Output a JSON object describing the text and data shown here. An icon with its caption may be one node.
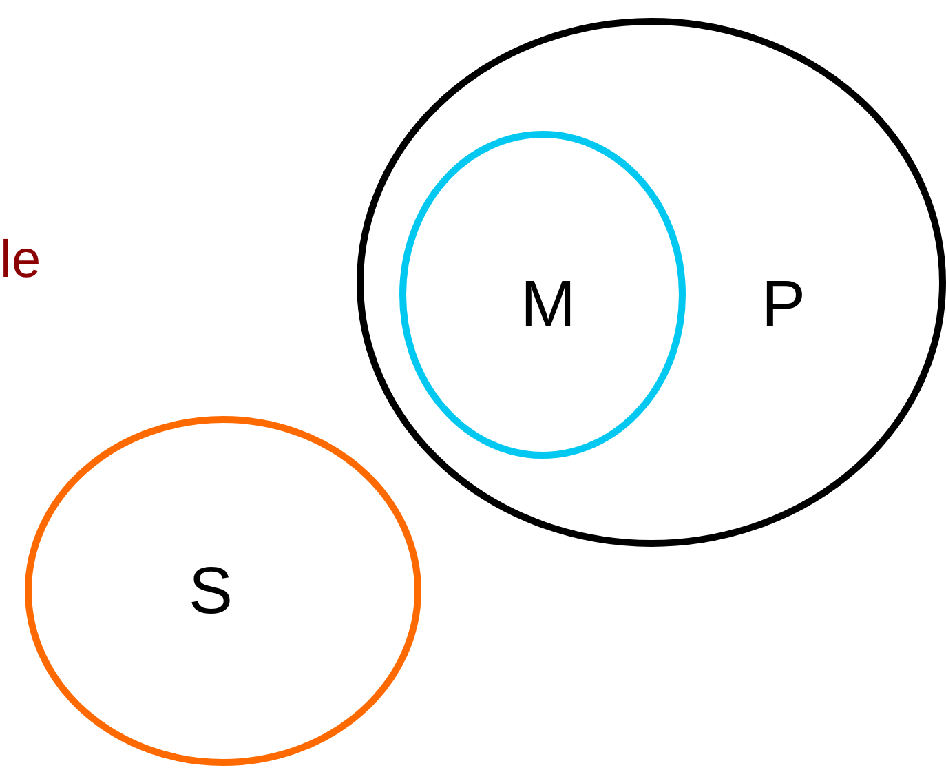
{
  "diagram": {
    "nodes": [
      {
        "text": [
          "P"
        ]
      },
      {
        "text": [
          "M"
        ],
        "in": 0
      },
      {
        "text": [
          "S"
        ]
      }
    ],
    "labels": [
      "le"
    ]
  }
}
